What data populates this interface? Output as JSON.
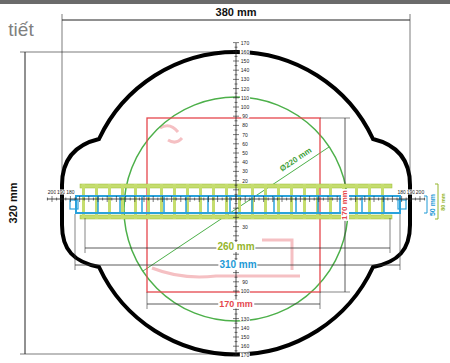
{
  "diagram": {
    "labels": [
      "tiết",
      "380 mm",
      "320 mm",
      "Ø220 mm",
      "170 mm",
      "50 mm",
      "80 mm",
      "260 mm",
      "310 mm",
      "170 mm",
      "200",
      "190",
      "180",
      "180",
      "190",
      "200",
      "170",
      "160",
      "150",
      "140",
      "130",
      "120",
      "110",
      "100",
      "90",
      "80",
      "70",
      "60",
      "50",
      "40",
      "30",
      "20",
      "30",
      "90",
      "100",
      "130",
      "140",
      "150",
      "160",
      "170"
    ]
  }
}
